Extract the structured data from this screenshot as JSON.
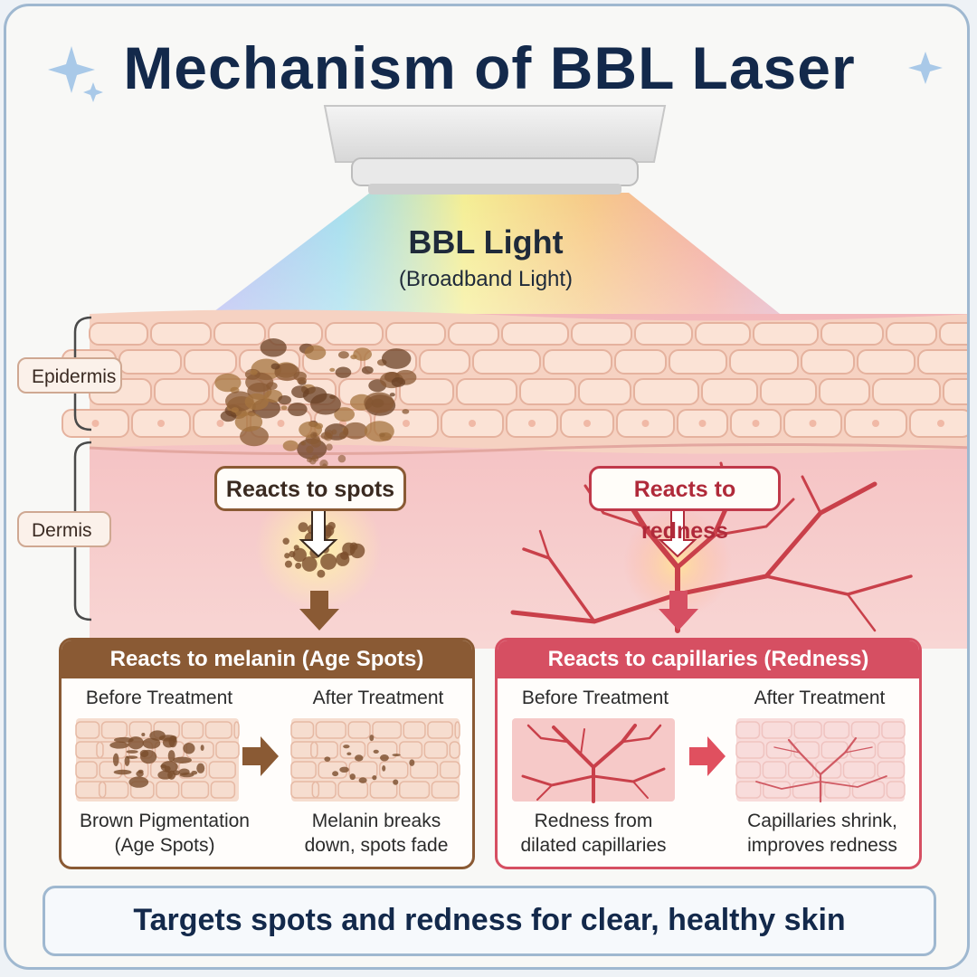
{
  "title": "Mechanism of BBL Laser",
  "light": {
    "title": "BBL Light",
    "subtitle": "(Broadband Light)"
  },
  "layers": {
    "epidermis": "Epidermis",
    "dermis": "Dermis"
  },
  "callouts": {
    "spots": "Reacts to spots",
    "redness": "Reacts to redness"
  },
  "panels": {
    "melanin": {
      "heading": "Reacts to melanin (Age Spots)",
      "before_label": "Before Treatment",
      "after_label": "After Treatment",
      "before_caption": [
        "Brown Pigmentation",
        "(Age Spots)"
      ],
      "after_caption": [
        "Melanin breaks",
        "down, spots fade"
      ]
    },
    "capillaries": {
      "heading": "Reacts to capillaries (Redness)",
      "before_label": "Before Treatment",
      "after_label": "After Treatment",
      "before_caption": [
        "Redness from",
        "dilated capillaries"
      ],
      "after_caption": [
        "Capillaries shrink,",
        "improves redness"
      ]
    }
  },
  "footer": "Targets spots and redness for clear, healthy skin",
  "colors": {
    "title": "#13294b",
    "melanin_brown": "#8a5a34",
    "capillary_red": "#d64f62",
    "frame_border": "#9fb8d0"
  },
  "icons": [
    "sparkle-icon",
    "laser-device-icon",
    "arrow-right-icon",
    "arrow-down-icon"
  ]
}
